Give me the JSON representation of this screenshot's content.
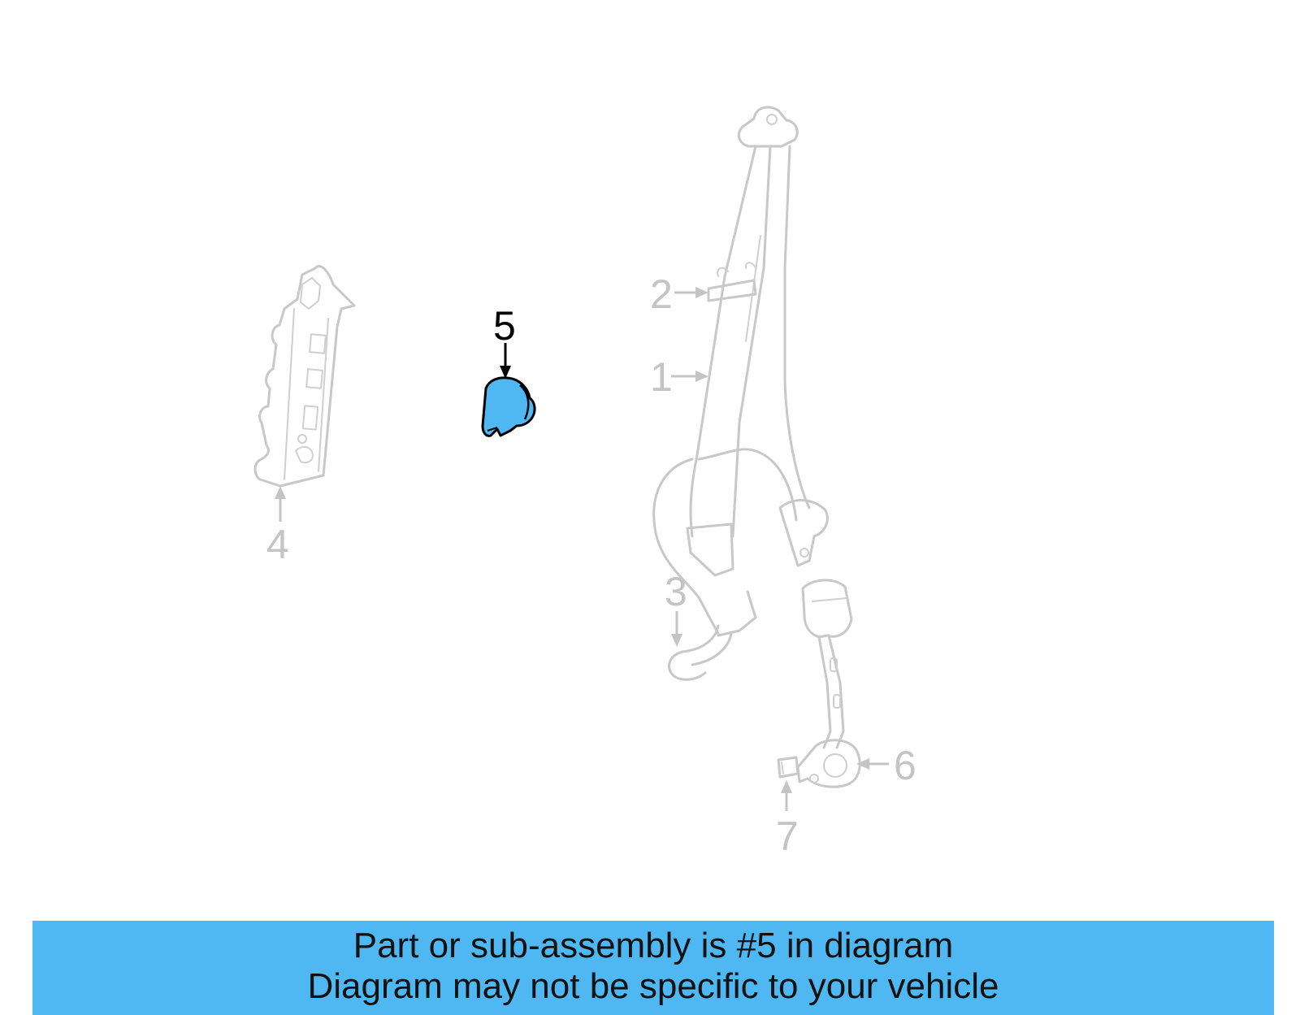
{
  "diagram": {
    "highlight_color": "#4fb8f2",
    "ghost_color": "#c8c8c8",
    "callouts": [
      {
        "id": "1",
        "label": "1"
      },
      {
        "id": "2",
        "label": "2"
      },
      {
        "id": "3",
        "label": "3"
      },
      {
        "id": "4",
        "label": "4"
      },
      {
        "id": "5",
        "label": "5",
        "highlighted": true
      },
      {
        "id": "6",
        "label": "6"
      },
      {
        "id": "7",
        "label": "7"
      }
    ]
  },
  "banner": {
    "line1": "Part or sub-assembly is #5 in diagram",
    "line2": "Diagram may not be specific to your vehicle",
    "background": "#4fb8f2"
  }
}
